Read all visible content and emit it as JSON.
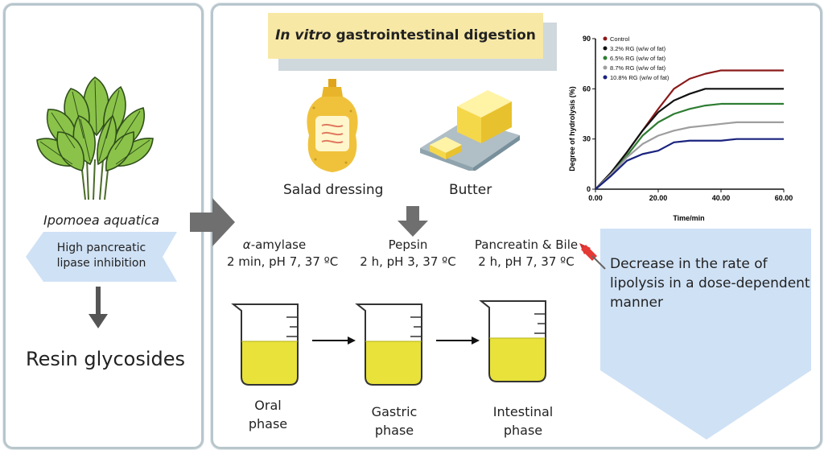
{
  "title": {
    "italic": "In vitro",
    "rest": "gastrointestinal digestion"
  },
  "left": {
    "plant_label": "Ipomoea aquatica",
    "inhibition_line1": "High pancreatic",
    "inhibition_line2": "lipase inhibition",
    "compound": "Resin glycosides"
  },
  "foods": [
    {
      "label": "Salad dressing"
    },
    {
      "label": "Butter"
    }
  ],
  "stages": [
    {
      "enzyme": "α-amylase",
      "conditions": "2 min, pH 7, 37 ºC",
      "phase_line1": "Oral",
      "phase_line2": "phase"
    },
    {
      "enzyme": "Pepsin",
      "conditions": "2 h, pH 3, 37 ºC",
      "phase_line1": "Gastric",
      "phase_line2": "phase"
    },
    {
      "enzyme": "Pancreatin & Bile",
      "conditions": "2 h, pH 7, 37 ºC",
      "phase_line1": "Intestinal",
      "phase_line2": "phase"
    }
  ],
  "result_text": "Decrease in the rate of lipolysis in a dose-dependent manner",
  "colors": {
    "panel_border": "#b8c6cc",
    "title_bg": "#f7e8a6",
    "callout_bg": "#cfe1f5",
    "liquid": "#e8e23a",
    "arrow_gray": "#666666"
  },
  "chart_data": {
    "type": "line",
    "xlabel": "Time/min",
    "ylabel": "Degree of hydrolysis (%)",
    "xlim": [
      0,
      60
    ],
    "ylim": [
      0,
      90
    ],
    "xticks": [
      "0.00",
      "20.00",
      "40.00",
      "60.00"
    ],
    "yticks": [
      "0",
      "30",
      "60",
      "90"
    ],
    "legend_position": "top-left",
    "series": [
      {
        "name": "Control",
        "color": "#8b1a1a",
        "x": [
          0,
          5,
          10,
          15,
          20,
          25,
          30,
          35,
          40,
          45,
          50,
          55,
          60
        ],
        "y": [
          0,
          10,
          22,
          35,
          48,
          60,
          66,
          69,
          71,
          71,
          71,
          71,
          71
        ]
      },
      {
        "name": "3.2% RG (w/w of fat)",
        "color": "#111111",
        "x": [
          0,
          5,
          10,
          15,
          20,
          25,
          30,
          35,
          40,
          45,
          50,
          55,
          60
        ],
        "y": [
          0,
          10,
          22,
          35,
          46,
          53,
          57,
          60,
          60,
          60,
          60,
          60,
          60
        ]
      },
      {
        "name": "6.5% RG (w/w of fat)",
        "color": "#2e7d32",
        "x": [
          0,
          5,
          10,
          15,
          20,
          25,
          30,
          35,
          40,
          45,
          50,
          55,
          60
        ],
        "y": [
          0,
          9,
          20,
          32,
          40,
          45,
          48,
          50,
          51,
          51,
          51,
          51,
          51
        ]
      },
      {
        "name": "8.7% RG (w/w of fat)",
        "color": "#9e9e9e",
        "x": [
          0,
          5,
          10,
          15,
          20,
          25,
          30,
          35,
          40,
          45,
          50,
          55,
          60
        ],
        "y": [
          0,
          9,
          19,
          27,
          32,
          35,
          37,
          38,
          39,
          40,
          40,
          40,
          40
        ]
      },
      {
        "name": "10.8% RG (w/w of fat)",
        "color": "#1a237e",
        "x": [
          0,
          5,
          10,
          15,
          20,
          25,
          30,
          35,
          40,
          45,
          50,
          55,
          60
        ],
        "y": [
          0,
          8,
          17,
          21,
          23,
          28,
          29,
          29,
          29,
          30,
          30,
          30,
          30
        ]
      }
    ]
  }
}
